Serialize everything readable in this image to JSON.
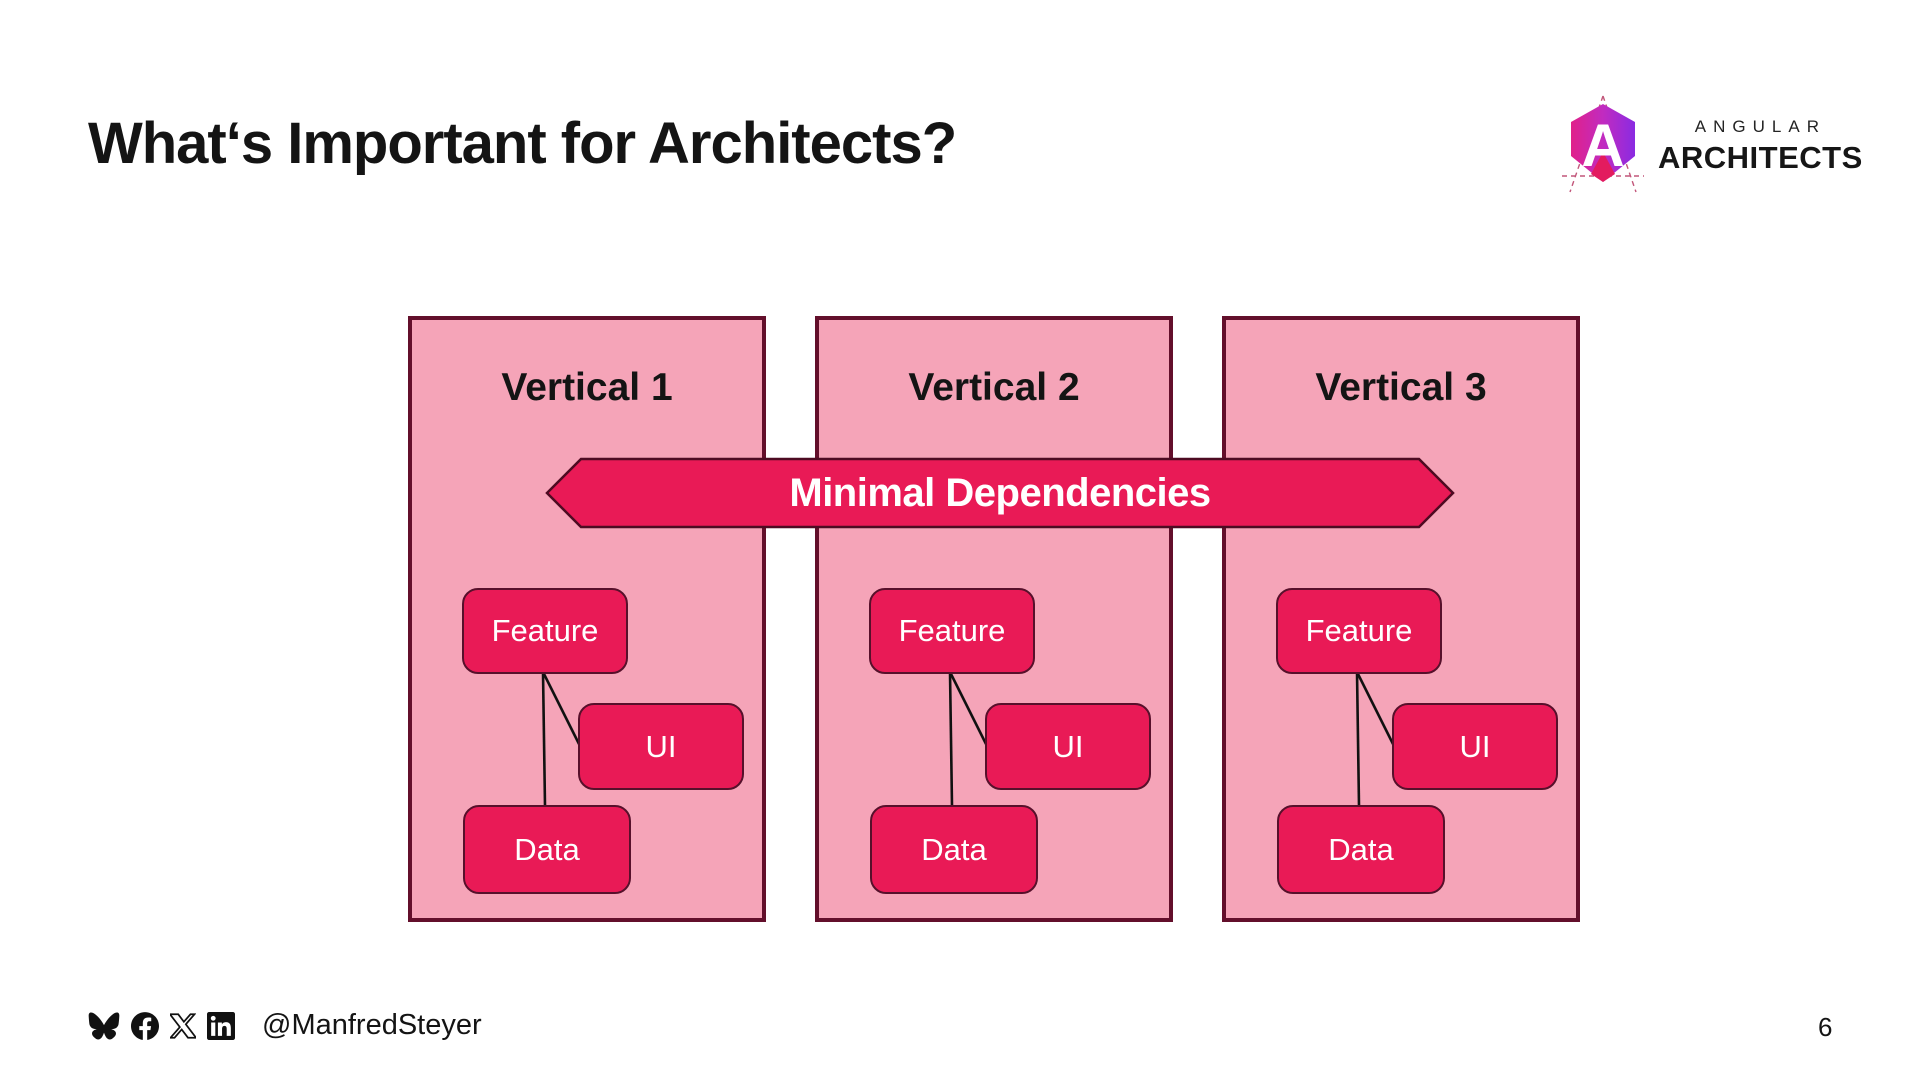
{
  "slide": {
    "title": "What‘s Important for Architects?",
    "page_number": "6"
  },
  "logo": {
    "letter": "A",
    "brand_top": "ANGULAR",
    "brand_bottom": "ARCHITECTS"
  },
  "diagram": {
    "arrow_label": "Minimal Dependencies",
    "verticals": [
      {
        "label": "Vertical 1",
        "nodes": {
          "feature": "Feature",
          "ui": "UI",
          "data": "Data"
        }
      },
      {
        "label": "Vertical 2",
        "nodes": {
          "feature": "Feature",
          "ui": "UI",
          "data": "Data"
        }
      },
      {
        "label": "Vertical 3",
        "nodes": {
          "feature": "Feature",
          "ui": "UI",
          "data": "Data"
        }
      }
    ]
  },
  "footer": {
    "handle": "@ManfredSteyer",
    "icons": [
      "bluesky-icon",
      "facebook-icon",
      "x-icon",
      "linkedin-icon"
    ]
  },
  "colors": {
    "panel_pink": "#F5A4B8",
    "accent_crimson": "#E91A56",
    "border_maroon": "#630F2B",
    "node_border": "#57102B",
    "text_black": "#141414",
    "text_white": "#FFFFFF"
  }
}
